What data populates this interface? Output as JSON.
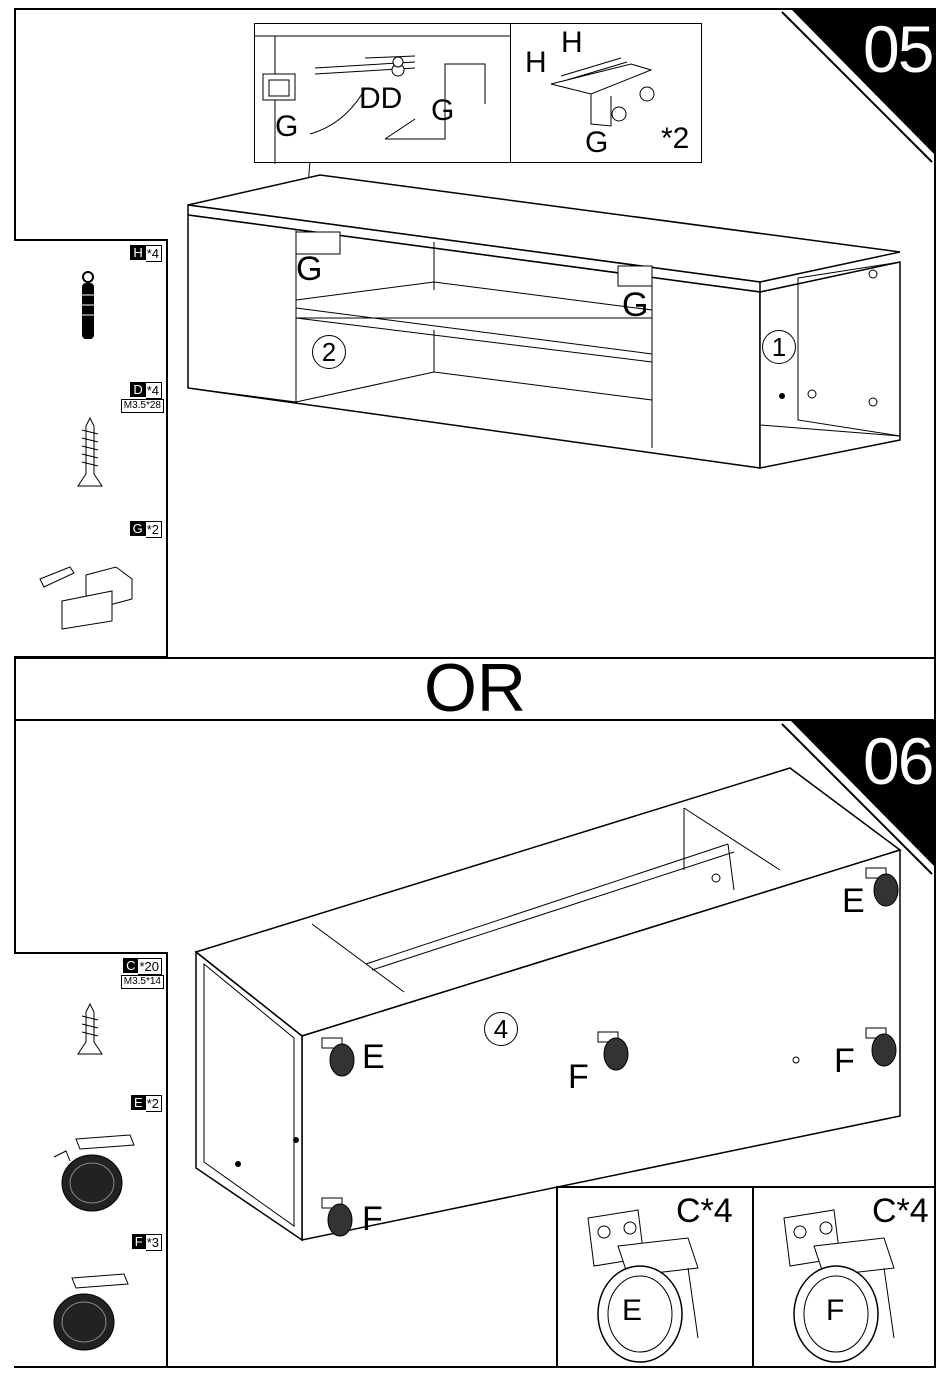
{
  "steps": [
    {
      "number": "05"
    },
    {
      "number": "06"
    }
  ],
  "separator": {
    "text": "OR"
  },
  "step05": {
    "parts": [
      {
        "letter": "H",
        "qty": "*4",
        "spec": ""
      },
      {
        "letter": "D",
        "qty": "*4",
        "spec": "M3.5*28"
      },
      {
        "letter": "G",
        "qty": "*2",
        "spec": ""
      }
    ],
    "inset_left_labels": {
      "g1": "G",
      "dd": "DD",
      "g2": "G"
    },
    "inset_right_labels": {
      "h1": "H",
      "h2": "H",
      "g": "G",
      "multiplier": "*2"
    },
    "callouts": {
      "g_left": "G",
      "g_right": "G"
    },
    "panels": {
      "p1": "1",
      "p2": "2"
    }
  },
  "step06": {
    "parts": [
      {
        "letter": "C",
        "qty": "*20",
        "spec": "M3.5*14"
      },
      {
        "letter": "E",
        "qty": "*2",
        "spec": ""
      },
      {
        "letter": "F",
        "qty": "*3",
        "spec": ""
      }
    ],
    "panel": "4",
    "wheel_labels": {
      "e_top": "E",
      "e_left": "E",
      "f_mid": "F",
      "f_right": "F",
      "f_bottom": "F"
    },
    "details": [
      {
        "screws": "C*4",
        "wheel": "E"
      },
      {
        "screws": "C*4",
        "wheel": "F"
      }
    ]
  }
}
